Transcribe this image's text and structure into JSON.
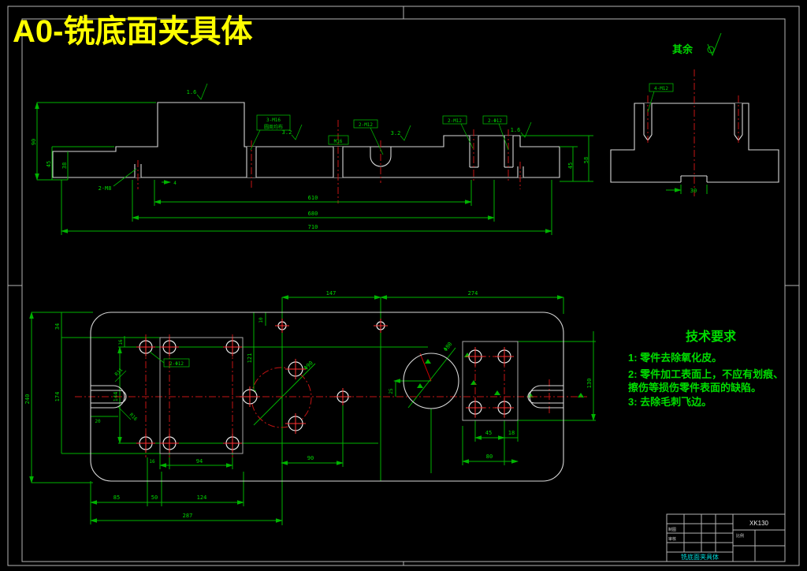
{
  "title": "A0-铣底面夹具体",
  "surface": {
    "label": "其余"
  },
  "front": {
    "c_16a": "1.6",
    "c_3m16": "3-M16",
    "c_note": "圆周均布",
    "c_32a": "3.2",
    "c_m16": "M16",
    "c_2m12a": "2-M12",
    "c_32b": "3.2",
    "c_2m12b": "2-M12",
    "c_2f12": "2-Φ12",
    "c_16b": "1.6",
    "c_2m8": "2-M8",
    "c_4": "4",
    "d_90": "90",
    "d_45l": "45",
    "d_38": "38",
    "d_610": "610",
    "d_680": "680",
    "d_710": "710",
    "d_45r": "45",
    "d_58": "58"
  },
  "side": {
    "c_4m12": "4-M12",
    "d_30": "30"
  },
  "plan": {
    "d_147": "147",
    "d_274": "274",
    "d_10": "10",
    "d_240": "240",
    "d_34": "34",
    "d_174": "174",
    "d_144": "144",
    "d_16t": "16",
    "d_121": "121",
    "r11": "R11",
    "r16": "R16",
    "d_20": "20",
    "c_2f12": "2-Φ12",
    "d_16b": "16",
    "d_94": "94",
    "d_85": "85",
    "d_50": "50",
    "d_124": "124",
    "d_287": "287",
    "d_f90": "Φ90",
    "d_90": "90",
    "d_f80": "Φ80",
    "d_25": "25",
    "d_45": "45",
    "d_18": "18",
    "d_80": "80",
    "d_130": "130"
  },
  "tech": {
    "title": "技术要求",
    "l1": "1: 零件去除氧化皮。",
    "l2": "2: 零件加工表面上，不应有划痕、",
    "l3": "擦伤等损伤零件表面的缺陷。",
    "l4": "3: 去除毛刺飞边。"
  },
  "title_block": {
    "model": "XK130",
    "part_name": "铣底面夹具体",
    "c1": "制图",
    "c2": "审核",
    "c3": "比例"
  },
  "colors": {
    "title_yellow": "#ffff00",
    "dim_green": "#00d800",
    "centerline_red": "#d40000",
    "hatch_teal": "#0e9494",
    "outline_white": "#d8d8d8",
    "cyan": "#00dede"
  }
}
